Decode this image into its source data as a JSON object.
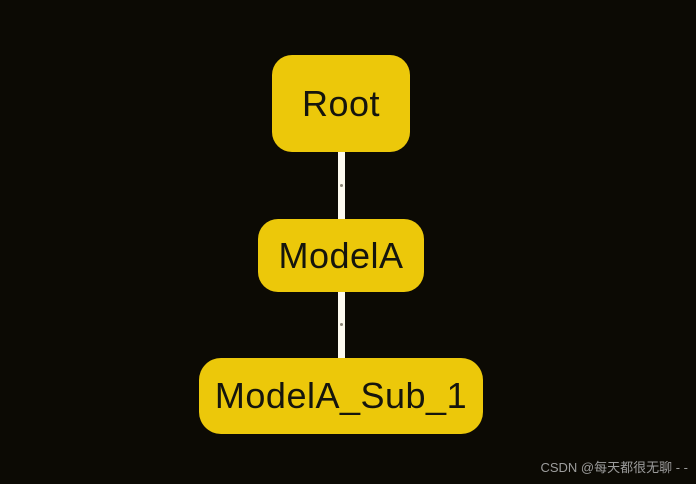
{
  "diagram": {
    "type": "flowchart",
    "direction": "top-down",
    "nodes": [
      {
        "id": "Root",
        "label": "Root"
      },
      {
        "id": "ModelA",
        "label": "ModelA"
      },
      {
        "id": "ModelA_Sub_1",
        "label": "ModelA_Sub_1"
      }
    ],
    "edges": [
      {
        "from": "Root",
        "to": "ModelA"
      },
      {
        "from": "ModelA",
        "to": "ModelA_Sub_1"
      }
    ],
    "colors": {
      "background": "#0c0a04",
      "node_fill": "#ecc80a",
      "node_text": "#15150d",
      "edge_line": "#fdfaef",
      "edge_dot": "#8a8577"
    }
  },
  "watermark": {
    "text": "CSDN @每天都很无聊 - -",
    "color": "#9c9c9c"
  }
}
